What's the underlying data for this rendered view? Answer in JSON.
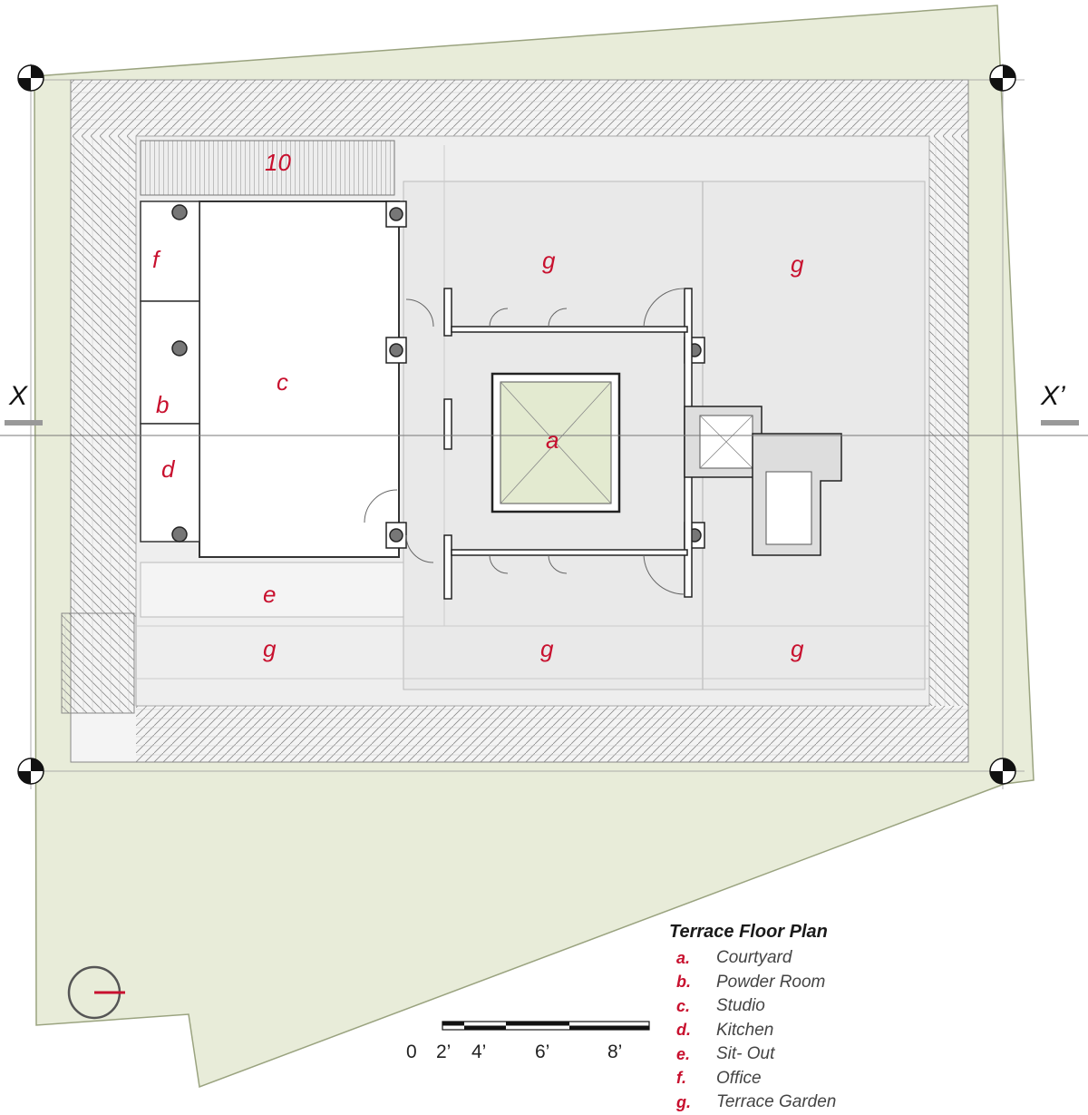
{
  "plan": {
    "section_left": "X",
    "section_right": "X’",
    "rooms": [
      {
        "id": "courtyard",
        "label": "a"
      },
      {
        "id": "studio",
        "label": "c"
      },
      {
        "id": "powder-room",
        "label": "b"
      },
      {
        "id": "kitchen",
        "label": "d"
      },
      {
        "id": "sit-out",
        "label": "e"
      },
      {
        "id": "office",
        "label": "f"
      },
      {
        "id": "stair",
        "label": "10"
      },
      {
        "id": "terrace-garden-1",
        "label": "g"
      },
      {
        "id": "terrace-garden-2",
        "label": "g"
      },
      {
        "id": "terrace-garden-3",
        "label": "g"
      },
      {
        "id": "terrace-garden-4",
        "label": "g"
      },
      {
        "id": "terrace-garden-5",
        "label": "g"
      }
    ]
  },
  "scale_bar": {
    "labels": [
      "0",
      "2’",
      "4’",
      "6’",
      "8’"
    ]
  },
  "legend": {
    "title": "Terrace Floor Plan",
    "items": [
      {
        "letter": "a.",
        "text": "Courtyard"
      },
      {
        "letter": "b.",
        "text": "Powder Room"
      },
      {
        "letter": "c.",
        "text": "Studio"
      },
      {
        "letter": "d.",
        "text": "Kitchen"
      },
      {
        "letter": "e.",
        "text": "Sit- Out"
      },
      {
        "letter": "f.",
        "text": "Office"
      },
      {
        "letter": "g.",
        "text": "Terrace Garden"
      }
    ]
  },
  "colors": {
    "site": "#e8ecd9",
    "label_red": "#c8102e",
    "courtyard_fill": "#e3ead0"
  }
}
